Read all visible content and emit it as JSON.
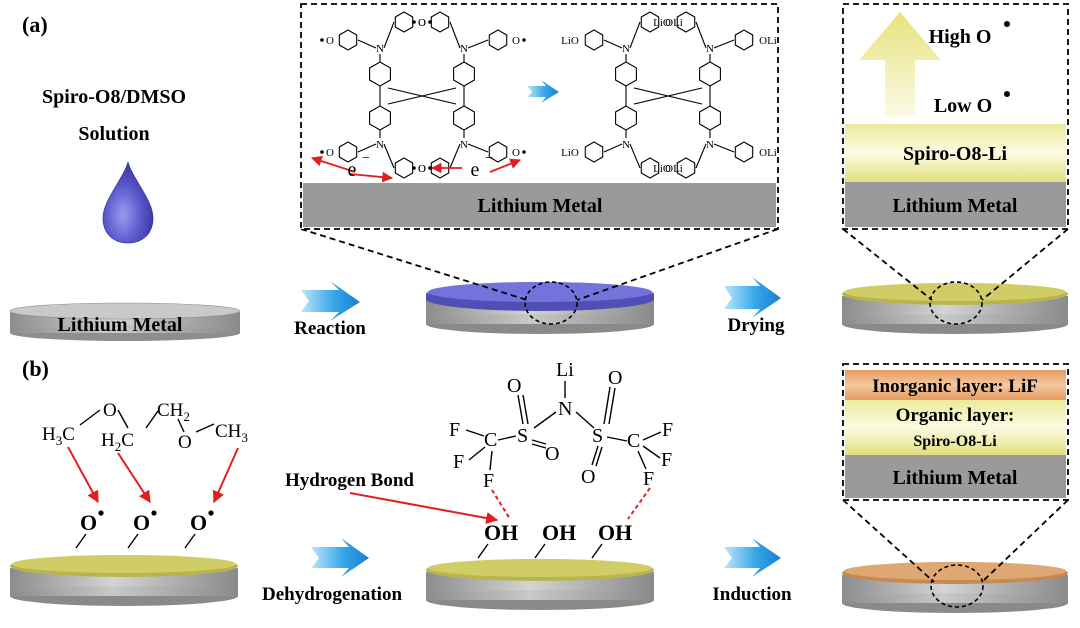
{
  "panel_a": {
    "label": "(a)",
    "solution_line1": "Spiro-O8/DMSO",
    "solution_line2": "Solution",
    "disk_label": "Lithium Metal",
    "step1": "Reaction",
    "step2": "Drying",
    "inset_middle": {
      "substrate": "Lithium Metal",
      "reactant_terminal": "O",
      "electron": "e",
      "electron_sup": "−",
      "product_terminal": "OLi",
      "product_terminal_left": "LiO"
    },
    "inset_right": {
      "gradient_top": "High O",
      "gradient_bottom": "Low O",
      "layer": "Spiro-O8-Li",
      "substrate": "Lithium Metal"
    }
  },
  "panel_b": {
    "label": "(b)",
    "ether": {
      "h3c": "H",
      "h3c_sub": "3",
      "h3c_tail": "C",
      "o1": "O",
      "h2c": "H",
      "h2c_sub": "2",
      "h2c_tail": "C",
      "ch2": "CH",
      "ch2_sub": "2",
      "o2": "O",
      "ch3": "CH",
      "ch3_sub": "3"
    },
    "radical": "O",
    "step1": "Dehydrogenation",
    "step2": "Induction",
    "hydroxyl": "OH",
    "hydrogen_bond": "Hydrogen Bond",
    "tfsi": {
      "li": "Li",
      "n": "N",
      "s": "S",
      "o": "O",
      "c": "C",
      "f": "F"
    },
    "inset_right": {
      "inorganic": "Inorganic layer: LiF",
      "organic_line1": "Organic layer:",
      "organic_line2": "Spiro-O8-Li",
      "substrate": "Lithium Metal"
    }
  },
  "colors": {
    "droplet": "#5a5acc",
    "arrow_blue": "#1e90d8",
    "red": "#e02020",
    "layer_yellow": "#e6e28a",
    "layer_orange": "#e9a56e",
    "lithium_grey": "#9a9a9a",
    "disk_purple": "#6a6ad0",
    "disk_yellow": "#c8c45a",
    "disk_orange": "#d8a06a"
  }
}
